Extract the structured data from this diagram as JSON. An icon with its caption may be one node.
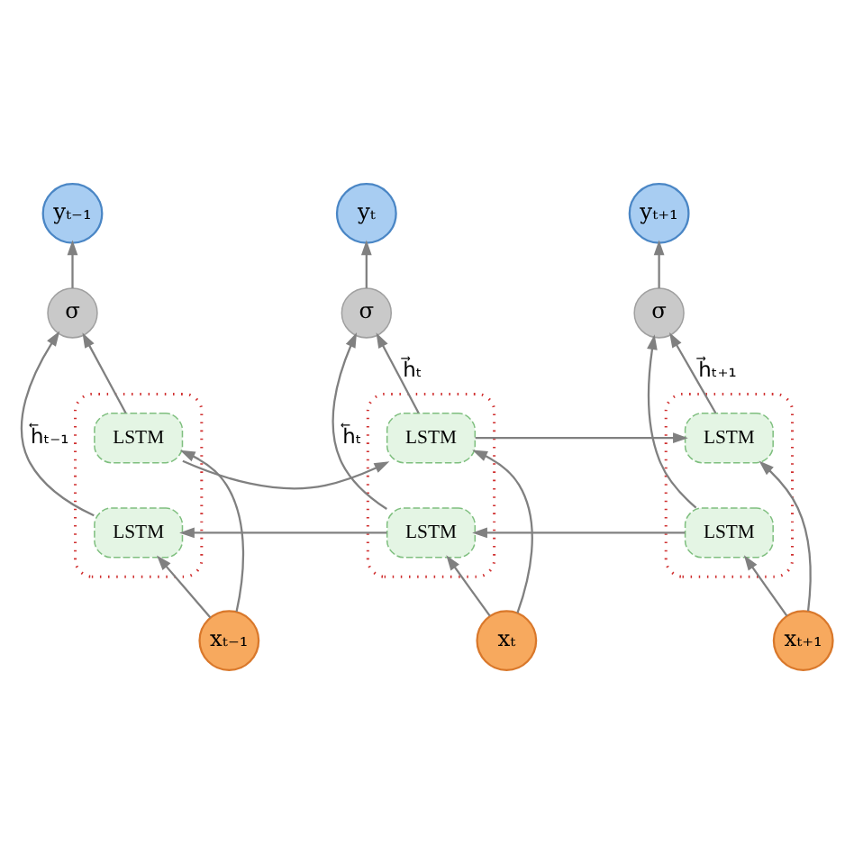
{
  "diagram": {
    "nodes": [
      {
        "text": [
          "yₜ₋₁"
        ]
      },
      {
        "text": [
          "yₜ"
        ]
      },
      {
        "text": [
          "yₜ₊₁"
        ]
      },
      {
        "text": [
          "σ"
        ]
      },
      {
        "text": [
          "σ"
        ]
      },
      {
        "text": [
          "σ"
        ]
      },
      {
        "text": [],
        "shape": "box"
      },
      {
        "text": [
          "LSTM"
        ],
        "in": 6
      },
      {
        "text": [
          "LSTM"
        ],
        "in": 6
      },
      {
        "text": [],
        "shape": "box"
      },
      {
        "text": [
          "LSTM"
        ],
        "in": 9
      },
      {
        "text": [
          "LSTM"
        ],
        "in": 9
      },
      {
        "text": [],
        "shape": "box"
      },
      {
        "text": [
          "LSTM"
        ],
        "in": 12
      },
      {
        "text": [
          "LSTM"
        ],
        "in": 12
      },
      {
        "text": [
          "xₜ₋₁"
        ]
      },
      {
        "text": [
          "xₜ"
        ]
      },
      {
        "text": [
          "xₜ₊₁"
        ]
      }
    ],
    "edges": [
      {
        "from": 15,
        "to": 7,
        "arrow": "to"
      },
      {
        "from": 15,
        "to": 8,
        "arrow": "to"
      },
      {
        "from": 16,
        "to": 10,
        "arrow": "to"
      },
      {
        "from": 16,
        "to": 11,
        "arrow": "to"
      },
      {
        "from": 17,
        "to": 13,
        "arrow": "to"
      },
      {
        "from": 17,
        "to": 14,
        "arrow": "to"
      },
      {
        "from": 7,
        "to": 3,
        "arrow": "to"
      },
      {
        "from": 8,
        "to": 3,
        "arrow": "to",
        "label": "h⃖ₜ₋₁"
      },
      {
        "from": 10,
        "to": 4,
        "arrow": "to",
        "label": "h⃗ₜ"
      },
      {
        "from": 11,
        "to": 4,
        "arrow": "to",
        "label": "h⃖ₜ"
      },
      {
        "from": 13,
        "to": 5,
        "arrow": "to",
        "label": "h⃗ₜ₊₁"
      },
      {
        "from": 14,
        "to": 5,
        "arrow": "to"
      },
      {
        "from": 3,
        "to": 0,
        "arrow": "to"
      },
      {
        "from": 4,
        "to": 1,
        "arrow": "to"
      },
      {
        "from": 5,
        "to": 2,
        "arrow": "to"
      },
      {
        "from": 7,
        "to": 10,
        "arrow": "to"
      },
      {
        "from": 10,
        "to": 13,
        "arrow": "to"
      },
      {
        "from": 14,
        "to": 11,
        "arrow": "to"
      },
      {
        "from": 11,
        "to": 8,
        "arrow": "to"
      }
    ]
  }
}
